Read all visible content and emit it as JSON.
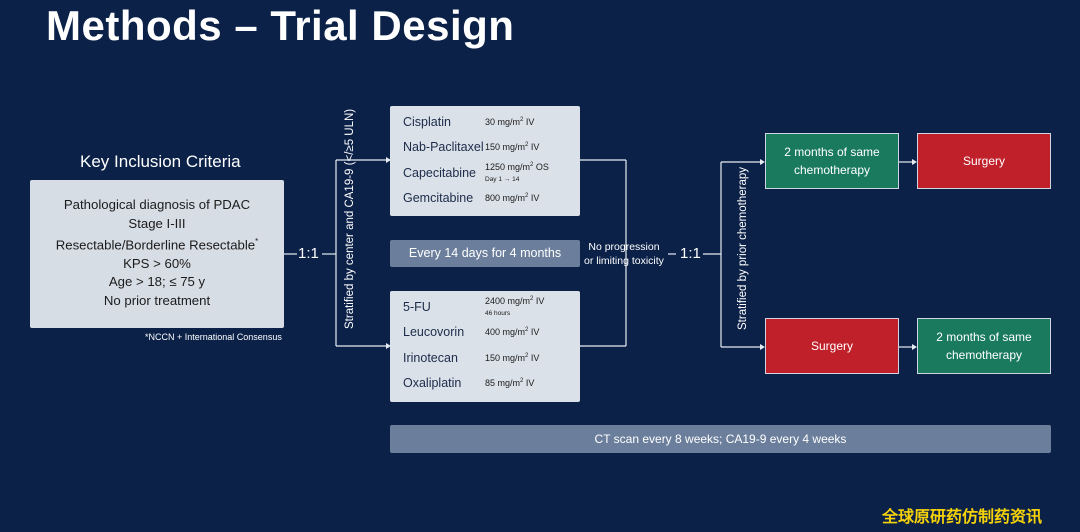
{
  "title": "Methods – Trial Design",
  "criteria": {
    "heading": "Key Inclusion Criteria",
    "items": [
      "Pathological diagnosis of PDAC",
      "Stage I-III",
      "Resectable/Borderline Resectable",
      "KPS > 60%",
      "Age > 18; ≤ 75 y",
      "No prior treatment"
    ],
    "marker": "*",
    "footnote": "*NCCN + International Consensus"
  },
  "randomization": {
    "ratio_first": "1:1",
    "stratification_first": "Stratified by center and CA19-9 (</≥5 ULN)",
    "ratio_second": "1:1",
    "stratification_second": "Stratified by prior chemotherapy"
  },
  "arm_a": [
    {
      "drug": "Cisplatin",
      "dose": "30 mg/m",
      "unit_sup": "2",
      "route": " IV",
      "note": ""
    },
    {
      "drug": "Nab-Paclitaxel",
      "dose": "150 mg/m",
      "unit_sup": "2",
      "route": " IV",
      "note": ""
    },
    {
      "drug": "Capecitabine",
      "dose": "1250 mg/m",
      "unit_sup": "2",
      "route": " OS",
      "note": "Day 1 → 14"
    },
    {
      "drug": "Gemcitabine",
      "dose": "800 mg/m",
      "unit_sup": "2",
      "route": " IV",
      "note": ""
    }
  ],
  "arm_b": [
    {
      "drug": "5-FU",
      "dose": "2400 mg/m",
      "unit_sup": "2",
      "route": " IV",
      "note": "46 hours"
    },
    {
      "drug": "Leucovorin",
      "dose": "400 mg/m",
      "unit_sup": "2",
      "route": " IV",
      "note": ""
    },
    {
      "drug": "Irinotecan",
      "dose": "150 mg/m",
      "unit_sup": "2",
      "route": " IV",
      "note": ""
    },
    {
      "drug": "Oxaliplatin",
      "dose": "85 mg/m",
      "unit_sup": "2",
      "route": " IV",
      "note": ""
    }
  ],
  "cycle": "Every 14 days for 4 months",
  "condition": [
    "No progression",
    "or limiting toxicity"
  ],
  "outcomes": {
    "top_first": "2 months of same chemotherapy",
    "top_second": "Surgery",
    "bottom_first": "Surgery",
    "bottom_second": "2 months of same chemotherapy"
  },
  "monitoring": "CT scan every 8 weeks; CA19-9 every 4 weeks",
  "watermark": "全球原研药仿制药资讯",
  "colors": {
    "background": "#0b2148",
    "green": "#1a7a5e",
    "red": "#c0202a",
    "box": "#d7dde5",
    "bar": "#6b7f9c"
  }
}
